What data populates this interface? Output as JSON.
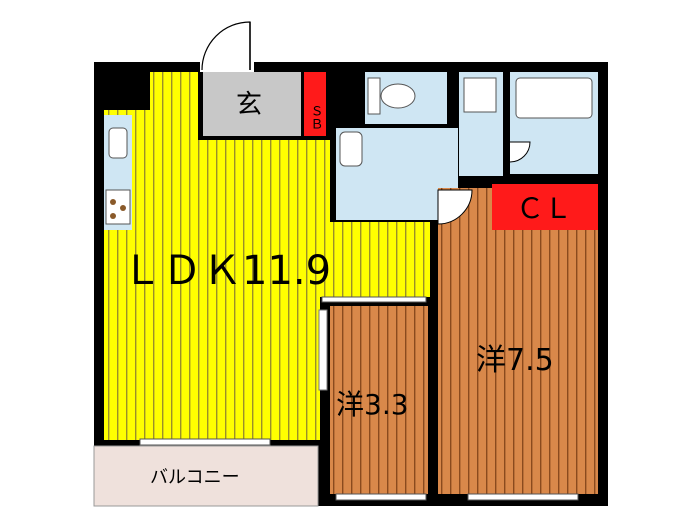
{
  "rooms": {
    "ldk": "ＬＤＫ11.9",
    "entrance": "玄",
    "shoe_box": "ＳＢ",
    "closet": "ＣＬ",
    "western_large": "洋7.5",
    "western_small": "洋3.3",
    "balcony": "バルコニー"
  },
  "colors": {
    "ldk_floor": "#ffff00",
    "bedroom_floor": "#d9884a",
    "wet_area": "#cfe6f3",
    "entrance": "#c8c8c8",
    "storage": "#ff1a1a",
    "balcony": "#efe1dc",
    "wall": "#000000"
  }
}
